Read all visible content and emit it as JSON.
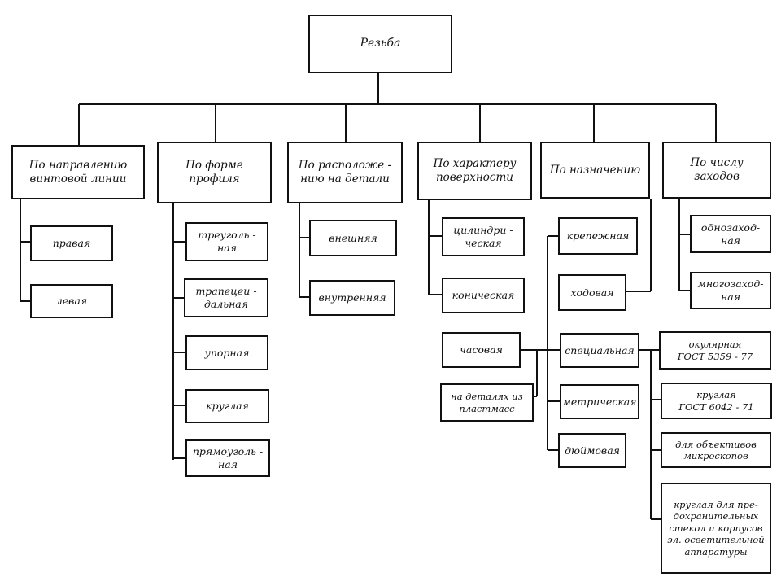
{
  "root": "Резьба",
  "categories": [
    {
      "label": "По направлению\nвинтовой линии"
    },
    {
      "label": "По форме\nпрофиля"
    },
    {
      "label": "По расположе -\nнию на детали"
    },
    {
      "label": "По характеру\nповерхности"
    },
    {
      "label": "По назначению"
    },
    {
      "label": "По числу\nзаходов"
    }
  ],
  "direction": [
    "правая",
    "левая"
  ],
  "profile": [
    "треуголь -\nная",
    "трапецеи -\nдальная",
    "упорная",
    "круглая",
    "прямоуголь -\nная"
  ],
  "location": [
    "внешняя",
    "внутренняя"
  ],
  "surface": [
    "цилиндри -\nческая",
    "коническая",
    "часовая",
    "на деталях из\nпластмасс"
  ],
  "purpose": [
    "крепежная",
    "ходовая",
    "специальная",
    "метрическая",
    "дюймовая"
  ],
  "special": [
    "окулярная\nГОСТ 5359 - 77",
    "круглая\nГОСТ 6042 - 71",
    "для объективов\nмикроскопов",
    "круглая для пре-\nдохранительных\nстекол и корпусов\nэл. осветительной\nаппаратуры"
  ],
  "starts": [
    "однозаход-\nная",
    "многозаход-\nная"
  ]
}
